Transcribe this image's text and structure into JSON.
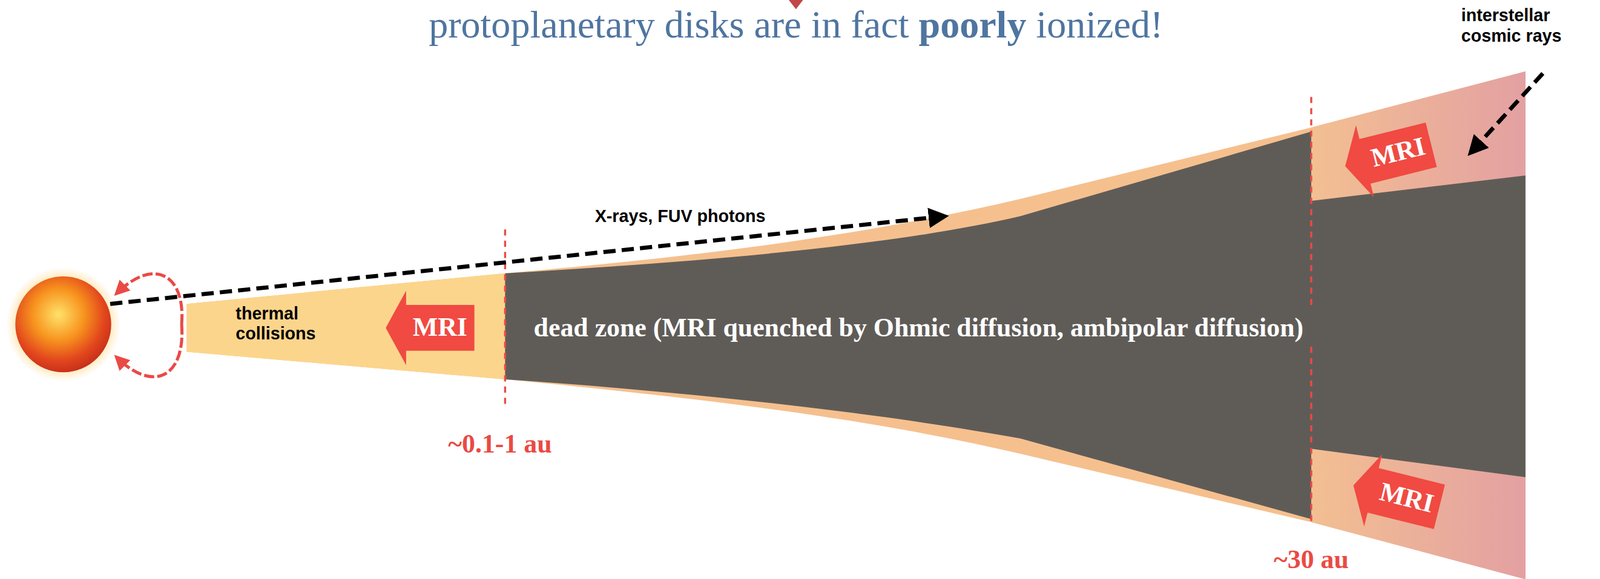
{
  "diagram": {
    "title": "protoplanetary disks are in fact poorly ionized!",
    "nodes": [
      {
        "text": [
          "MRI"
        ]
      },
      {
        "text": [
          "MRI"
        ]
      },
      {
        "text": [
          "MRI"
        ]
      }
    ],
    "labels": [
      "interstellar cosmic rays",
      "X-rays, FUV photons",
      "thermal collisions",
      "dead zone (MRI quenched by Ohmic diffusion, ambipolar diffusion)",
      "~0.1-1 au",
      "~30 au"
    ]
  }
}
